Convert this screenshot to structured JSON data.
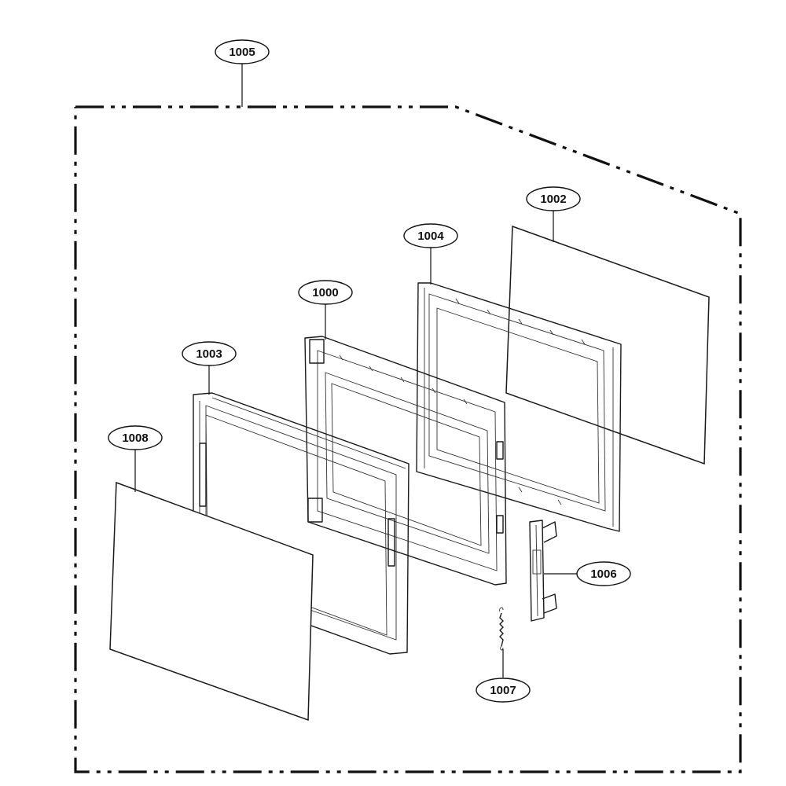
{
  "diagram": {
    "kind": "exploded-parts-view",
    "assembly_label": "1005",
    "callouts": [
      {
        "id": "1005",
        "label": "1005"
      },
      {
        "id": "1002",
        "label": "1002"
      },
      {
        "id": "1004",
        "label": "1004"
      },
      {
        "id": "1000",
        "label": "1000"
      },
      {
        "id": "1003",
        "label": "1003"
      },
      {
        "id": "1008",
        "label": "1008"
      },
      {
        "id": "1006",
        "label": "1006"
      },
      {
        "id": "1007",
        "label": "1007"
      }
    ],
    "colors": {
      "line": "#1a1a1a",
      "background": "#ffffff"
    }
  }
}
